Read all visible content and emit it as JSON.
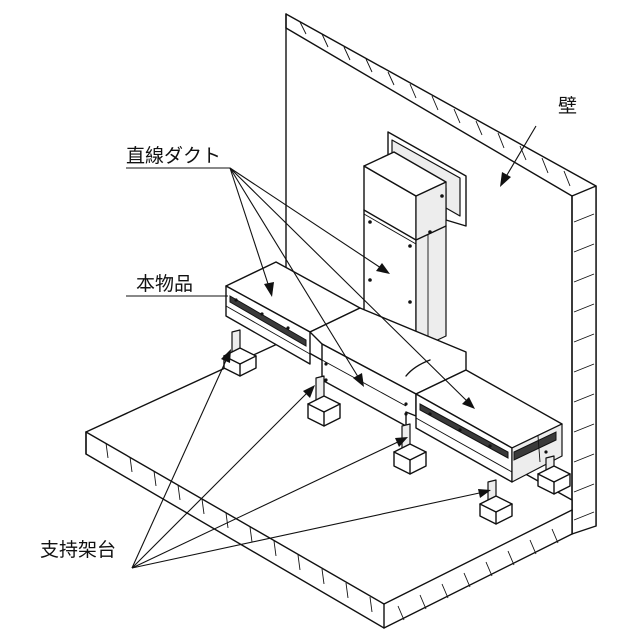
{
  "labels": {
    "wall": "壁",
    "straight_duct": "直線ダクト",
    "main_product": "本物品",
    "support_stand": "支持架台"
  }
}
